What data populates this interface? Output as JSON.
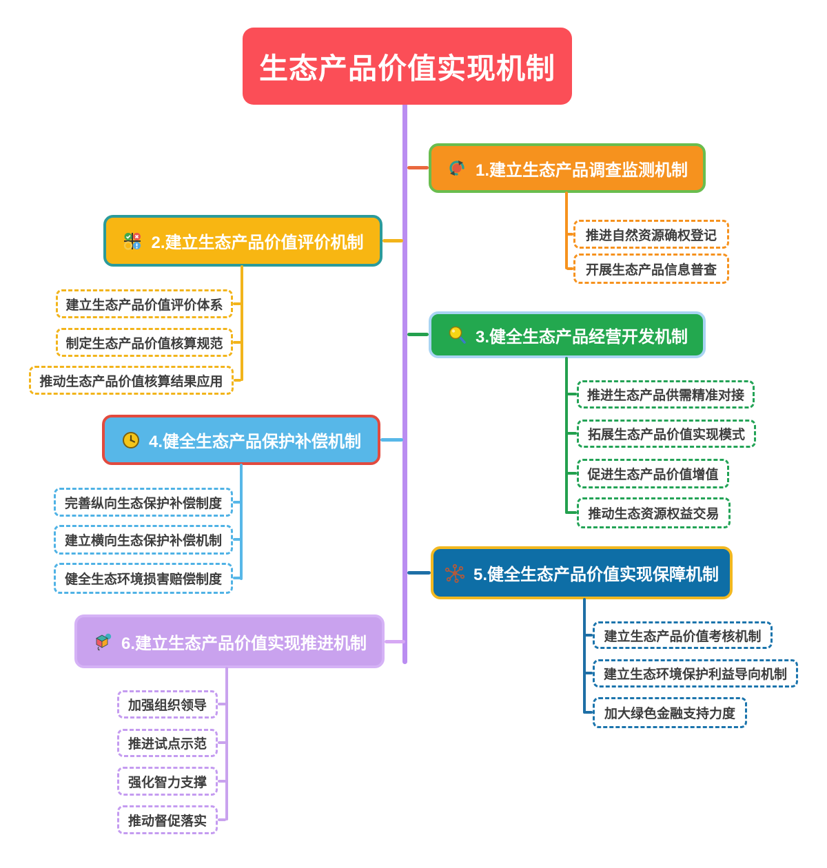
{
  "root": {
    "title": "生态产品价值实现机制"
  },
  "colors": {
    "root_fill": "#FB4E57",
    "trunk": "#BA8DF1",
    "child_text": "#3D3D3D",
    "branch1": {
      "fill": "#F6921E",
      "border": "#69BD4E",
      "connector": "#E9683E"
    },
    "branch2": {
      "fill": "#F8B612",
      "border": "#2B9B9B",
      "connector": "#F2B41B"
    },
    "branch3": {
      "fill": "#23A84F",
      "border": "#A9D4F3",
      "connector": "#23A04E"
    },
    "branch4": {
      "fill": "#57B7E8",
      "border": "#E24A3E",
      "connector": "#57B7E8"
    },
    "branch5": {
      "fill": "#0E6EA6",
      "border": "#F2B820",
      "connector": "#1E6FA6"
    },
    "branch6": {
      "fill": "#C9A2EE",
      "border": "#D5B2F6",
      "connector": "#D6A8F4"
    }
  },
  "branches": [
    {
      "label": "1.建立生态产品调查监测机制",
      "icon": "refresh-sync-icon",
      "children": [
        "推进自然资源确权登记",
        "开展生态产品信息普查"
      ]
    },
    {
      "label": "2.建立生态产品价值评价机制",
      "icon": "status-grid-icon",
      "children": [
        "建立生态产品价值评价体系",
        "制定生态产品价值核算规范",
        "推动生态产品价值核算结果应用"
      ]
    },
    {
      "label": "3.健全生态产品经营开发机制",
      "icon": "magnifier-icon",
      "children": [
        "推进生态产品供需精准对接",
        "拓展生态产品价值实现模式",
        "促进生态产品价值增值",
        "推动生态资源权益交易"
      ]
    },
    {
      "label": "4.健全生态产品保护补偿机制",
      "icon": "clock-icon",
      "children": [
        "完善纵向生态保护补偿制度",
        "建立横向生态保护补偿机制",
        "健全生态环境损害赔偿制度"
      ]
    },
    {
      "label": "5.健全生态产品价值实现保障机制",
      "icon": "network-icon",
      "children": [
        "建立生态产品价值考核机制",
        "建立生态环境保护利益导向机制",
        "加大绿色金融支持力度"
      ]
    },
    {
      "label": "6.建立生态产品价值实现推进机制",
      "icon": "cube-icon",
      "children": [
        "加强组织领导",
        "推进试点示范",
        "强化智力支撑",
        "推动督促落实"
      ]
    }
  ]
}
